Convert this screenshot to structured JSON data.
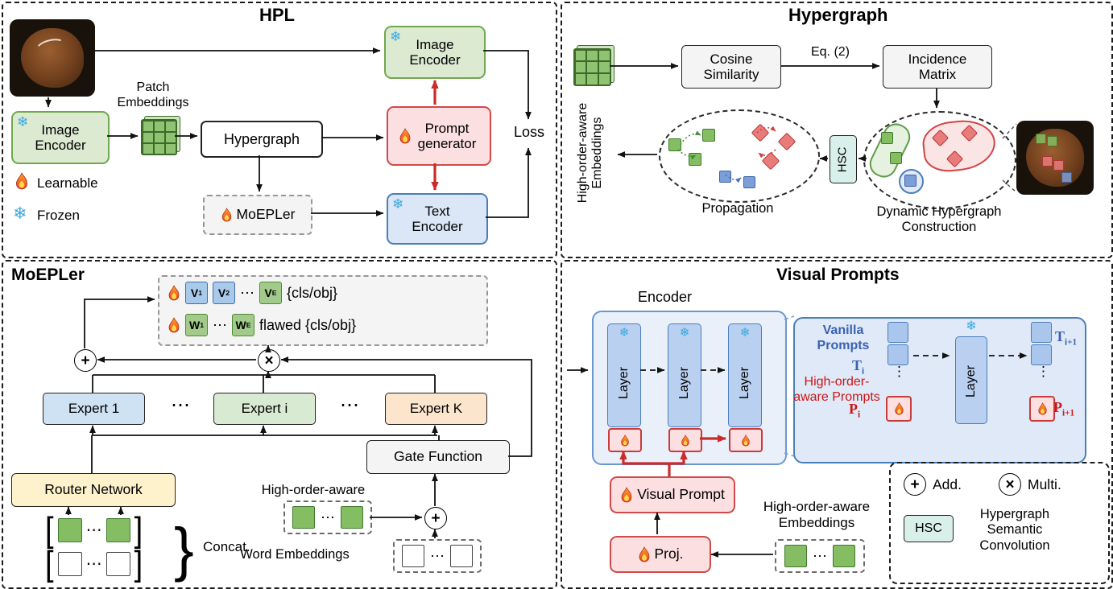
{
  "icons": {
    "snowflake": "❄",
    "plus": "+",
    "times": "×",
    "hdots": "⋯",
    "vdots": "⋮",
    "lbracket": "[",
    "rbracket": "]",
    "rbrace": "}"
  },
  "hpl": {
    "title": "HPL",
    "image_encoder": "Image Encoder",
    "patch_embeddings": "Patch Embeddings",
    "hypergraph": "Hypergraph",
    "prompt_generator": "Prompt generator",
    "moepler": "MoEPLer",
    "text_encoder": "Text Encoder",
    "loss": "Loss",
    "learnable": "Learnable",
    "frozen": "Frozen"
  },
  "hyper": {
    "title": "Hypergraph",
    "cosine_similarity": "Cosine Similarity",
    "eq2": "Eq. (2)",
    "incidence_matrix": "Incidence Matrix",
    "hsc": "HSC",
    "propagation": "Propagation",
    "construction": "Dynamic Hypergraph Construction",
    "hoa_line1": "High-order-aware",
    "hoa_line2": "Embeddings"
  },
  "moe": {
    "title": "MoEPLer",
    "v_base": "V",
    "v_sub1": "1",
    "v_sub2": "2",
    "v_subE": "E",
    "w_base": "W",
    "w_sub1": "1",
    "w_subE": "E",
    "cls_obj": "{cls/obj}",
    "flawed_cls_obj": "flawed {cls/obj}",
    "expert1": "Expert 1",
    "expert_i": "Expert i",
    "expert_k": "Expert K",
    "gate_function": "Gate Function",
    "router_network": "Router Network",
    "concat": "Concat.",
    "high_order_aware": "High-order-aware",
    "word_embeddings": "Word Embeddings"
  },
  "vp": {
    "title": "Visual Prompts",
    "encoder": "Encoder",
    "layer": "Layer",
    "vanilla_prompts": "Vanilla Prompts",
    "hoa_prompts_line1": "High-order-",
    "hoa_prompts_line2": "aware Prompts",
    "t_base": "T",
    "p_base": "P",
    "sub_i": "i",
    "sub_i_plus_1": "i+1",
    "visual_prompt": "Visual Prompt",
    "proj": "Proj.",
    "hoa_emb_line1": "High-order-aware",
    "hoa_emb_line2": "Embeddings"
  },
  "legend": {
    "add": "Add.",
    "multi": "Multi.",
    "hsc": "HSC",
    "hsc_desc": "Hypergraph Semantic Convolution"
  },
  "colors": {
    "frozen_blue": "#3aa7dd",
    "learnable_red": "#cc2b2b",
    "green_box_border": "#6fa84e",
    "blue_box_border": "#4a7ebb",
    "red_box_border": "#cf4a4a"
  }
}
